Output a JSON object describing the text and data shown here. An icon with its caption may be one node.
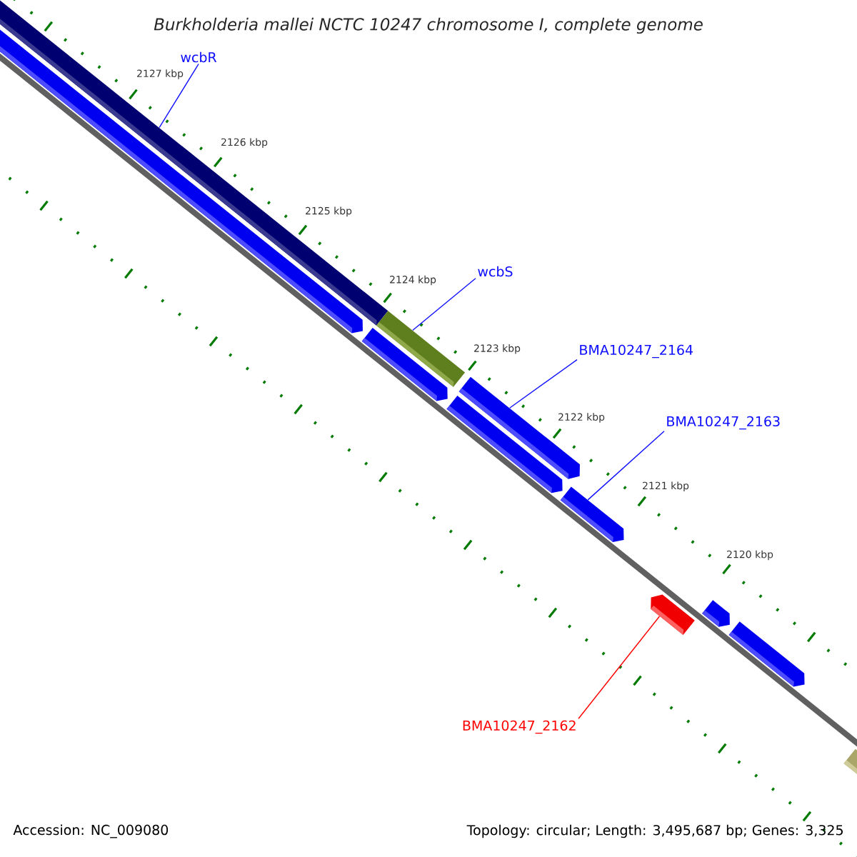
{
  "diagram": {
    "title": "Burkholderia mallei NCTC 10247 chromosome I, complete genome",
    "nodes": [
      {
        "text": [
          "wcbR"
        ]
      },
      {
        "text": [
          "wcbS"
        ]
      },
      {
        "text": [
          "BMA10247_2164"
        ]
      },
      {
        "text": [
          "BMA10247_2163"
        ]
      },
      {
        "text": [
          "BMA10247_2162"
        ]
      },
      {
        "text": [],
        "shape": "bar"
      },
      {
        "text": [],
        "shape": "bar"
      },
      {
        "text": [],
        "shape": "bar"
      },
      {
        "text": [],
        "shape": "bar"
      },
      {
        "text": [],
        "shape": "bar"
      }
    ],
    "edges": [
      {
        "from": 0,
        "to": 5,
        "arrow": "none"
      },
      {
        "from": 1,
        "to": 6,
        "arrow": "none"
      },
      {
        "from": 2,
        "to": 7,
        "arrow": "none"
      },
      {
        "from": 3,
        "to": 8,
        "arrow": "none"
      },
      {
        "from": 4,
        "to": 9,
        "arrow": "none",
        "color": "#ff0000"
      }
    ],
    "labels": [
      "2127 kbp",
      "2126 kbp",
      "2125 kbp",
      "2124 kbp",
      "2123 kbp",
      "2122 kbp",
      "2121 kbp",
      "2120 kbp",
      "Accession: NC_009080",
      "Topology: circular; Length: 3,495,687 bp; Genes: 3,325"
    ]
  }
}
